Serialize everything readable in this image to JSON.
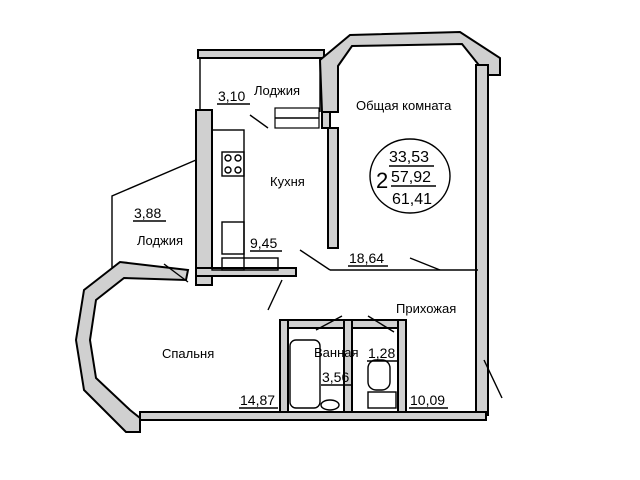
{
  "rooms": {
    "loggia_top": {
      "label": "Лоджия",
      "area": "3,10"
    },
    "living": {
      "label": "Общая комната",
      "area": "18,64"
    },
    "kitchen": {
      "label": "Кухня",
      "area": "9,45"
    },
    "loggia_left": {
      "label": "Лоджия",
      "area": "3,88"
    },
    "hall": {
      "label": "Прихожая",
      "area": "10,09"
    },
    "bedroom": {
      "label": "Спальня",
      "area": "14,87"
    },
    "bathroom": {
      "label": "Ванная",
      "area": "3,56"
    },
    "toilet": {
      "area": "1,28"
    }
  },
  "summary": {
    "rooms_count": "2",
    "living_area": "33,53",
    "total_area": "57,92",
    "total_with_loggia": "61,41"
  }
}
